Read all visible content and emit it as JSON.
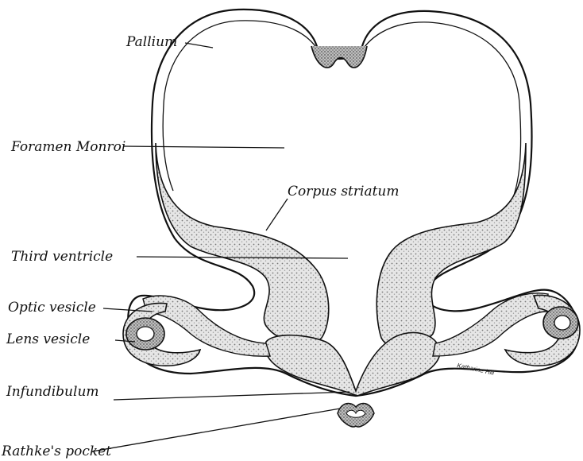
{
  "colors": {
    "ink": "#111111",
    "tissue_light": "#d9d9d9",
    "tissue_dark": "#9a9a9a",
    "background": "#ffffff"
  },
  "labels": {
    "pallium": "Pallium",
    "foramen_monroi": "Foramen Monroi",
    "corpus_striatum": "Corpus striatum",
    "third_ventricle": "Third ventricle",
    "optic_vesicle": "Optic vesicle",
    "lens_vesicle": "Lens vesicle",
    "infundibulum": "Infundibulum",
    "rathkes_pocket": "Rathke's pocket"
  },
  "signature": "Katharine Hill"
}
